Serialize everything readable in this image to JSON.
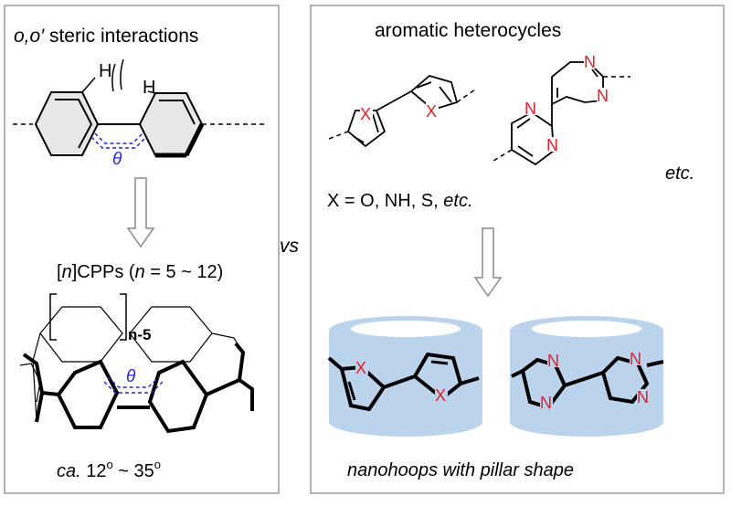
{
  "left_panel": {
    "title_prefix": "o,o′",
    "title_suffix": " steric interactions",
    "h_label": "H",
    "theta": "θ",
    "cpp_label": {
      "open": "[",
      "n": "n",
      "close": "]CPPs (",
      "n2": "n",
      "range": " = 5 ~ 12)"
    },
    "n5_label": "n-5",
    "angle_prefix": "ca.",
    "angle_value_1": " 12",
    "angle_sep": " ~ 35",
    "degree": "o"
  },
  "center": {
    "vs": "vs"
  },
  "right_panel": {
    "title": "aromatic heterocycles",
    "x_atom": "X",
    "n_atom": "N",
    "x_def_prefix": "X = O, NH, S, ",
    "x_def_etc": "etc.",
    "etc": "etc.",
    "caption": "nanohoops with pillar shape"
  },
  "colors": {
    "panel_border": "#9a9a9a",
    "heteroatom": "#e0202a",
    "theta_blue": "#2727c8",
    "cylinder_fill": "#bcd3ec",
    "cylinder_top": "#ffffff",
    "arrow": "#888888"
  }
}
